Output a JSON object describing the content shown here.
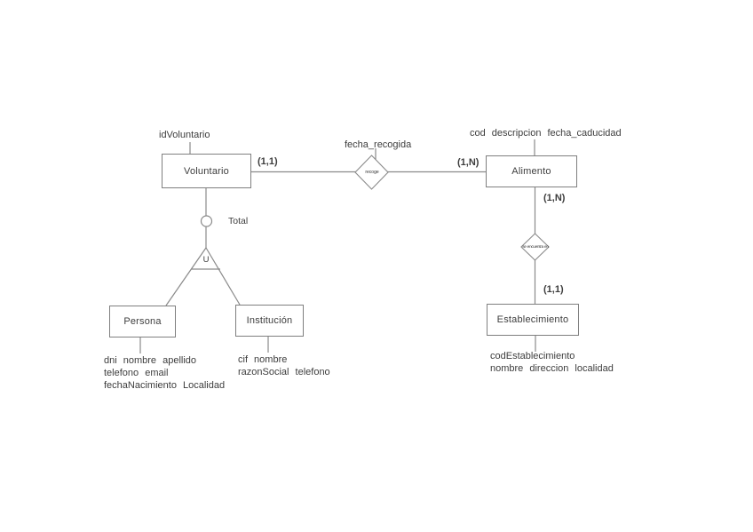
{
  "colors": {
    "line": "#8a8a8a",
    "border": "#7f7f7f",
    "text": "#3d3d3d"
  },
  "entities": {
    "voluntario": {
      "label": "Voluntario",
      "attributes": [
        "idVoluntario"
      ]
    },
    "alimento": {
      "label": "Alimento",
      "attributes": [
        "cod descripcion fecha_caducidad"
      ]
    },
    "establecimiento": {
      "label": "Establecimiento",
      "attributes": [
        "codEstablecimiento",
        "nombre direccion localidad"
      ]
    },
    "persona": {
      "label": "Persona",
      "attributes": [
        "dni nombre apellido",
        "telefono email",
        "fechaNacimiento Localidad"
      ]
    },
    "institucion": {
      "label": "Institución",
      "attributes": [
        "cif nombre",
        "razonSocial telefono"
      ]
    }
  },
  "relationships": {
    "recoge": {
      "label": "recoge",
      "attribute": "fecha_recogida",
      "cardinality_voluntario": "(1,1)",
      "cardinality_alimento": "(1,N)"
    },
    "se_encuentra_en": {
      "label": "se encuentra en",
      "cardinality_alimento": "(1,N)",
      "cardinality_establecimiento": "(1,1)"
    }
  },
  "generalization": {
    "constraint_label": "Total",
    "union_symbol": "U"
  }
}
